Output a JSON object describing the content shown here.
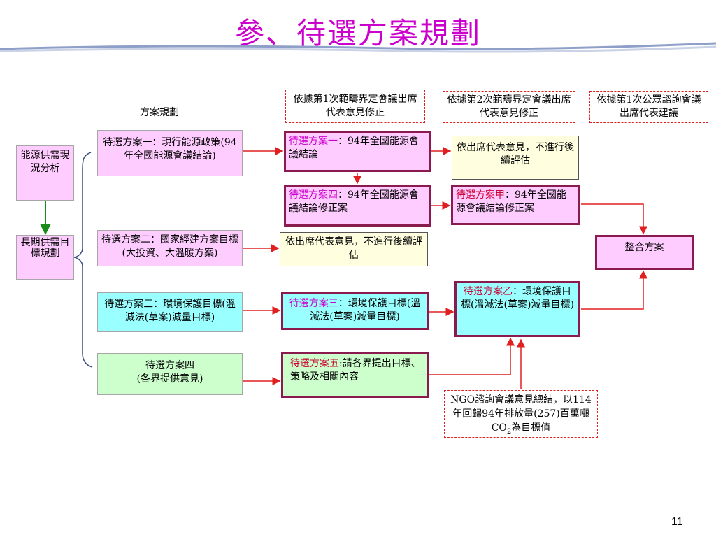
{
  "title": "參、待選方案規劃",
  "page_number": "11",
  "plan_label": "方案規劃",
  "left": {
    "box1": "能源供需現況分析",
    "box2": "長期供需目標規劃"
  },
  "notes": {
    "n1": "依據第1次範疇界定會議出席代表意見修正",
    "n2": "依據第2次範疇界定會議出席代表意見修正",
    "n3": "依據第1次公眾諮詢會議出席代表建議",
    "ngo_a": "NGO諮詢會議意見總結，以114年回歸94年排放量(257)百萬噸CO",
    "ngo_sub": "2",
    "ngo_b": "為目標值"
  },
  "col1": {
    "a1": "待選方案一：現行能源政策(94年全國能源會議結論)",
    "a2": "待選方案二：國家經建方案目標(大投資、大溫暖方案)",
    "a3": "待選方案三：環境保護目標(溫減法(草案)減量目標)",
    "a4_l1": "待選方案四",
    "a4_l2": "(各界提供意見)"
  },
  "col2": {
    "b1_head": "待選方案一",
    "b1_tail": "：94年全國能源會議結論",
    "b2_head": "待選方案四",
    "b2_tail": "：94年全國能源會議結論修正案",
    "b3": "依出席代表意見，不進行後續評估",
    "b4_head": "待選方案三",
    "b4_tail": "：環境保護目標(溫減法(草案)減量目標)",
    "b5_head": "待選方案五",
    "b5_tail": ":請各界提出目標、策略及相關內容"
  },
  "col3": {
    "c1": "依出席代表意見，不進行後續評估",
    "c2_head": "待選方案甲",
    "c2_tail": "：94年全國能源會議結論修正案",
    "c3_head": "待選方案乙",
    "c3_tail": "：環境保護目標(溫減法(草案)減量目標)"
  },
  "col4": {
    "d1": "整合方案"
  },
  "colors": {
    "title": "#cc00cc",
    "arrow": "#e02020",
    "green_arrow": "#1a8a1a",
    "box_border": "#8b1a4e"
  }
}
